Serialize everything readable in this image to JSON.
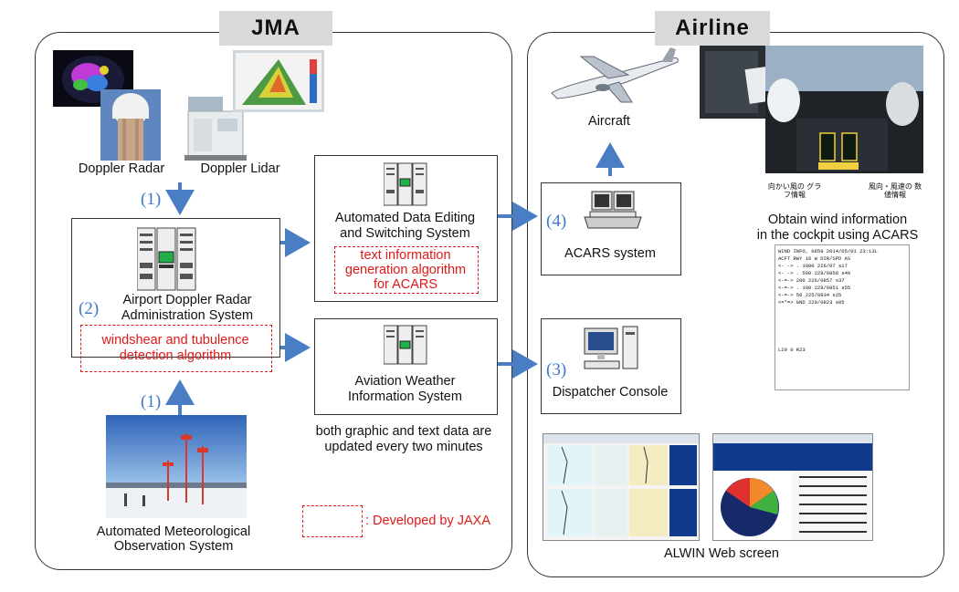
{
  "jma": {
    "tag": "JMA",
    "doppler_radar": "Doppler Radar",
    "doppler_lidar": "Doppler Lidar",
    "step1_top": "(1)",
    "step1_bottom": "(1)",
    "step2": "(2)",
    "adras_line1": "Airport Doppler Radar",
    "adras_line2": "Administration System",
    "alg_line1": "windshear and tubulence",
    "alg_line2": "detection algorithm",
    "editing_line1": "Automated Data Editing",
    "editing_line2": "and Switching System",
    "text_alg_line1": "text information",
    "text_alg_line2": "generation algorithm",
    "text_alg_line3": "for ACARS",
    "aviation_line1": "Aviation Weather",
    "aviation_line2": "Information System",
    "update_line1": "both graphic and text data are",
    "update_line2": "updated every two minutes",
    "amos_line1": "Automated Meteorological",
    "amos_line2": "Observation System",
    "legend": ": Developed by JAXA"
  },
  "airline": {
    "tag": "Airline",
    "aircraft": "Aircraft",
    "step4": "(4)",
    "acars": "ACARS system",
    "step3": "(3)",
    "dispatcher": "Dispatcher Console",
    "cockpit_line1": "Obtain wind information",
    "cockpit_line2": "in the cockpit using ACARS",
    "alwin": "ALWIN Web screen",
    "cockpit_label_left": "向かい風の グラフ情報",
    "cockpit_label_right": "風向・風速の 数値情報",
    "printout_header": "WIND INFO,      0859 2014/05/01 23:13L",
    "printout_rows": [
      "ACFT RWY 16     W  DIR/SPD     AS",
      "  <- -> .       1000  226/07     s17",
      "  <- -> .        500  228/0858  s40",
      "  <-=->          200  226/0857  s37",
      "  <-=-> .        100  228/0851  s55",
      "  <-=->           50  225/0834  s25",
      "  <=*=>          GND  220/0823  s05"
    ],
    "printout_footer": "L29   0  R23"
  },
  "colors": {
    "accent_blue": "#4a7ec4",
    "red": "#e01818",
    "tag_gray": "#d9d9d9"
  }
}
